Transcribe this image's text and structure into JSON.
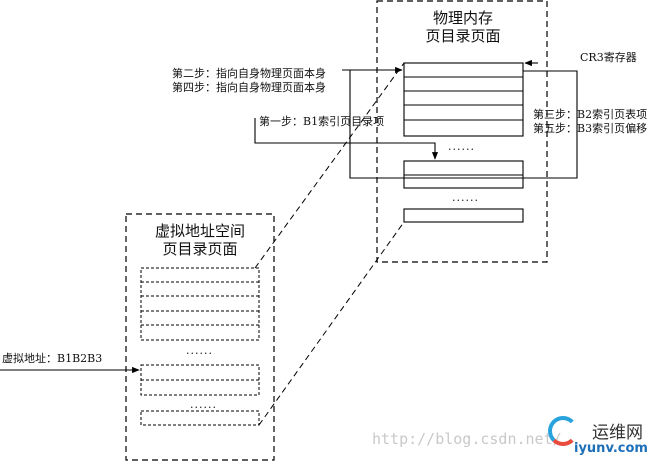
{
  "phys_page": {
    "title_line1": "物理内存",
    "title_line2": "页目录页面",
    "ellipsis_mid": "......",
    "ellipsis_low": "......"
  },
  "virt_page": {
    "title_line1": "虚拟地址空间",
    "title_line2": "页目录页面",
    "ellipsis_mid": "......",
    "ellipsis_low": "......"
  },
  "labels": {
    "cr3": "CR3寄存器",
    "step2": "第二步：指向自身物理页面本身",
    "step4": "第四步：指向自身物理页面本身",
    "step1": "第一步：B1索引页目录项",
    "step3": "第三步：B2索引页表项",
    "step5": "第五步：B3索引页偏移",
    "virtual_address": "虚拟地址：B1B2B3"
  },
  "watermark": {
    "url": "http://blog.csdn.net/",
    "logo_name": "运维网",
    "logo_domain": "iyunv.com"
  }
}
